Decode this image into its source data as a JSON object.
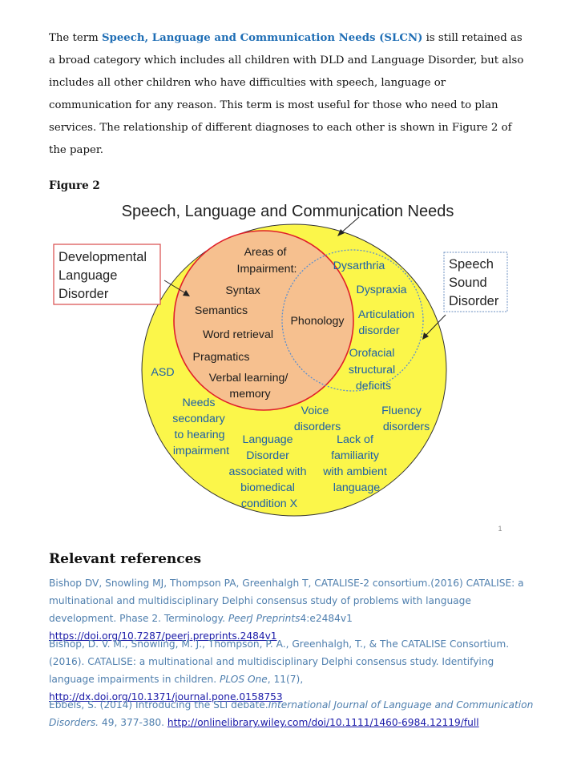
{
  "intro": {
    "prefix": "The term ",
    "term": "Speech, Language and Communication Needs (SLCN)",
    "suffix": " is still retained as a broad category which includes all children with DLD and Language Disorder, but also includes all other children who have difficulties with speech, language or communication for any reason. This term is most useful for those who need to plan services. The relationship of different diagnoses to each other is shown in Figure 2 of the paper."
  },
  "figure": {
    "label": "Figure 2",
    "title": "Speech, Language and Communication Needs",
    "page_number": "1",
    "dld_box": [
      "Developmental",
      "Language",
      "Disorder"
    ],
    "ssd_box": [
      "Speech",
      "Sound",
      "Disorder"
    ],
    "areas": [
      "Areas of",
      "Impairment:"
    ],
    "dld_items": [
      "Syntax",
      "Semantics",
      "Word retrieval",
      "Pragmatics"
    ],
    "verbal": [
      "Verbal learning/",
      "memory"
    ],
    "overlap": "Phonology",
    "ssd_items": {
      "dysarthria": "Dysarthria",
      "dyspraxia": "Dyspraxia",
      "articulation": [
        "Articulation",
        "disorder"
      ],
      "orofacial": [
        "Orofacial",
        "structural",
        "deficits"
      ]
    },
    "outer_items": {
      "asd": "ASD",
      "needs": [
        "Needs",
        "secondary",
        "to hearing",
        "impairment"
      ],
      "language_disorder": [
        "Language",
        "Disorder",
        "associated with",
        "biomedical",
        "condition X"
      ],
      "voice": [
        "Voice",
        "disorders"
      ],
      "fluency": [
        "Fluency",
        "disorders"
      ],
      "familiarity": [
        "Lack of",
        "familiarity",
        "with ambient",
        "language"
      ]
    },
    "colors": {
      "outer_fill": "#fbf64a",
      "dld_fill": "#f6c08f",
      "dld_stroke": "#e0202a",
      "ssd_stroke": "#5b8fcf",
      "blue_text": "#1c5fa8",
      "dld_box_stroke": "#d84a4a",
      "ssd_box_stroke": "#6b8fc0"
    }
  },
  "references": {
    "heading": "Relevant references",
    "items": [
      {
        "text": "Bishop DV, Snowling MJ, Thompson PA, Greenhalgh T, CATALISE-2 consortium.(2016) CATALISE: a multinational and multidisciplinary Delphi consensus study of problems with language development. Phase 2. Terminology.",
        "journal": "PeerJ Preprints",
        "after": "4:e2484v1 ",
        "link": "https://doi.org/10.7287/peerj.preprints.2484v1"
      },
      {
        "text": "Bishop, D. V. M., Snowling, M. J., Thompson, P. A., Greenhalgh, T., & The CATALISE Consortium. (2016). CATALISE: a multinational and multidisciplinary Delphi consensus study. Identifying language impairments in children. ",
        "journal": "PLOS One",
        "after": ", 11(7), ",
        "link": "http://dx.doi.org/10.1371/journal.pone.0158753"
      },
      {
        "text": "Ebbels, S. (2014) Introducing the SLI debate.",
        "journal": "International Journal of Language and Communication Disorders.",
        "after": " 49, 377-380. ",
        "link": "http://onlinelibrary.wiley.com/doi/10.1111/1460-6984.12119/full"
      }
    ]
  }
}
